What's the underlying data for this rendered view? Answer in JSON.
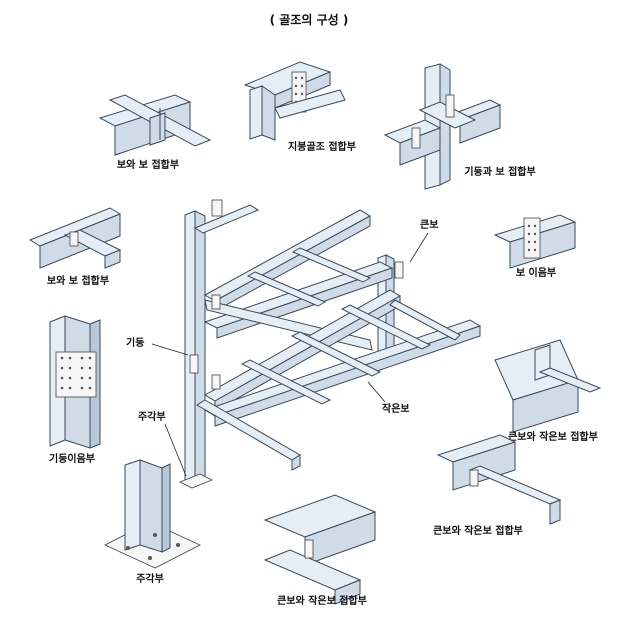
{
  "title": "( 골조의 구성 )",
  "labels": {
    "beam_beam_1": "보와 보 접합부",
    "roof_frame": "지붕골조 접합부",
    "col_beam": "기둥과 보 접합부",
    "beam_beam_2": "보와 보 접합부",
    "big_beam": "큰보",
    "beam_splice": "보 이음부",
    "column": "기둥",
    "column_splice": "기둥이음부",
    "column_base_top": "주각부",
    "small_beam": "작은보",
    "big_small_1": "큰보와 작은보 접합부",
    "big_small_2": "큰보와 작은보 접합부",
    "column_base": "주각부",
    "big_small_3": "큰보와 작은보 접합부"
  }
}
